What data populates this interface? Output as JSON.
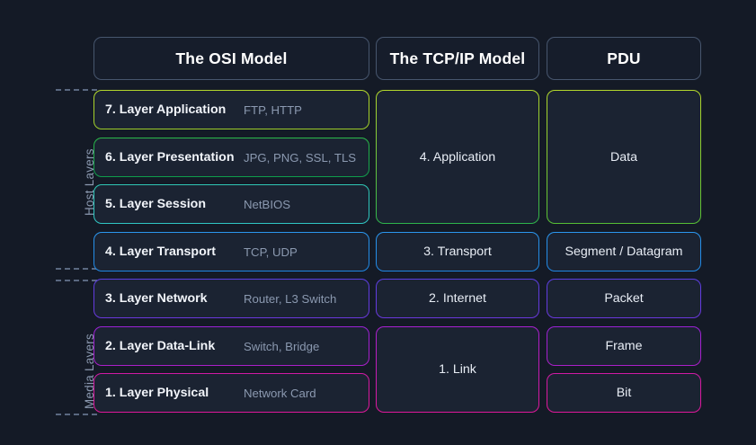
{
  "page": {
    "background": "#141a26",
    "panel_fill": "#1b2332",
    "header_border": "#47566e",
    "text_primary": "#f2f5fa",
    "text_secondary": "#8b99b0",
    "dash_color": "#5a6880"
  },
  "headers": [
    {
      "label": "The OSI Model"
    },
    {
      "label": "The TCP/IP Model"
    },
    {
      "label": "PDU"
    }
  ],
  "group_labels": [
    {
      "label": "Host Layers"
    },
    {
      "label": "Media Layers"
    }
  ],
  "osi_layers": [
    {
      "name": "7. Layer Application",
      "examples": "FTP, HTTP",
      "color": "#a8d32b"
    },
    {
      "name": "6. Layer Presentation",
      "examples": "JPG, PNG, SSL, TLS",
      "color": "#1aa84a"
    },
    {
      "name": "5. Layer Session",
      "examples": "NetBIOS",
      "color": "#2fc7b5"
    },
    {
      "name": "4. Layer Transport",
      "examples": "TCP, UDP",
      "color": "#2b8fe8"
    },
    {
      "name": "3. Layer Network",
      "examples": "Router, L3 Switch",
      "color": "#5b3fe0"
    },
    {
      "name": "2. Layer Data-Link",
      "examples": "Switch, Bridge",
      "color": "#9b22d6"
    },
    {
      "name": "1. Layer Physical",
      "examples": "Network Card",
      "color": "#d6199b"
    }
  ],
  "tcpip_layers": [
    {
      "name": "4. Application",
      "gradient_from": "#a8d32b",
      "gradient_to": "#1aa84a"
    },
    {
      "name": "3. Transport",
      "gradient_from": "#2b8fe8",
      "gradient_to": "#2b8fe8"
    },
    {
      "name": "2. Internet",
      "gradient_from": "#5b3fe0",
      "gradient_to": "#5b3fe0"
    },
    {
      "name": "1. Link",
      "gradient_from": "#9b22d6",
      "gradient_to": "#d6199b"
    }
  ],
  "pdu_units": [
    {
      "name": "Data",
      "gradient_from": "#a8d32b",
      "gradient_to": "#4cb93a"
    },
    {
      "name": "Segment / Datagram",
      "gradient_from": "#2b8fe8",
      "gradient_to": "#2b8fe8"
    },
    {
      "name": "Packet",
      "gradient_from": "#5b3fe0",
      "gradient_to": "#5b3fe0"
    },
    {
      "name": "Frame",
      "gradient_from": "#9b22d6",
      "gradient_to": "#9b22d6"
    },
    {
      "name": "Bit",
      "gradient_from": "#d6199b",
      "gradient_to": "#d6199b"
    }
  ]
}
